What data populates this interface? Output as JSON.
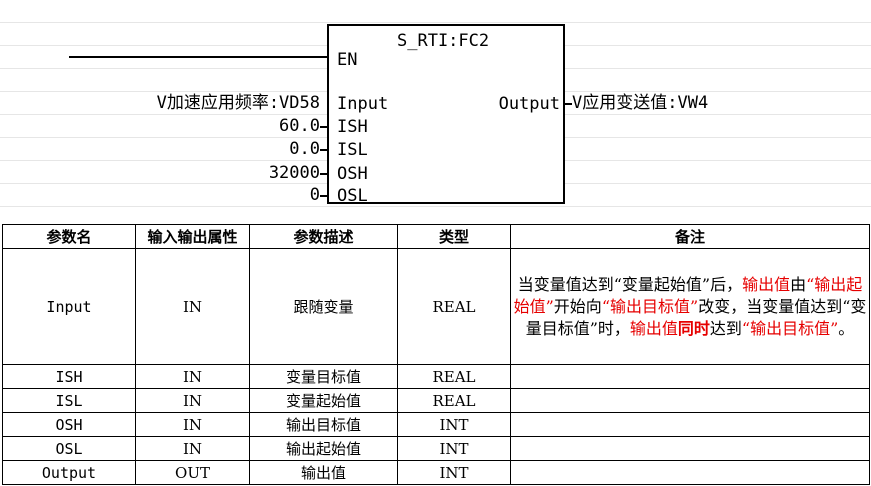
{
  "block": {
    "title": "S_RTI:FC2",
    "pins_in": [
      "EN",
      "Input",
      "ISH",
      "ISL",
      "OSH",
      "OSL"
    ],
    "pin_out": "Output",
    "inputs": {
      "input": "V加速应用频率:VD58",
      "ish": "60.0",
      "isl": "0.0",
      "osh": "32000",
      "osl": "0"
    },
    "output": "V应用变送值:VW4"
  },
  "table": {
    "headers": [
      "参数名",
      "输入输出属性",
      "参数描述",
      "类型",
      "备注"
    ],
    "rows": [
      {
        "name": "Input",
        "io": "IN",
        "desc": "跟随变量",
        "type": "REAL"
      },
      {
        "name": "ISH",
        "io": "IN",
        "desc": "变量目标值",
        "type": "REAL"
      },
      {
        "name": "ISL",
        "io": "IN",
        "desc": "变量起始值",
        "type": "REAL"
      },
      {
        "name": "OSH",
        "io": "IN",
        "desc": "输出目标值",
        "type": "INT"
      },
      {
        "name": "OSL",
        "io": "IN",
        "desc": "输出起始值",
        "type": "INT"
      },
      {
        "name": "Output",
        "io": "OUT",
        "desc": "输出值",
        "type": "INT"
      }
    ],
    "note": {
      "p1": "当变量值达到“变量起始值”后，",
      "p2": "输出值",
      "p3": "由",
      "p4": "“输出起始值”",
      "p5": "开始向",
      "p6": "“输出目标值”",
      "p7": "改变，当变量值达到“变量目标值”时，",
      "p8": "输出值",
      "p9": "同时",
      "p10": "达到",
      "p11": "“输出目标值”",
      "p12": "。"
    }
  },
  "colors": {
    "accent_red": "#e60000",
    "line": "#000000"
  }
}
